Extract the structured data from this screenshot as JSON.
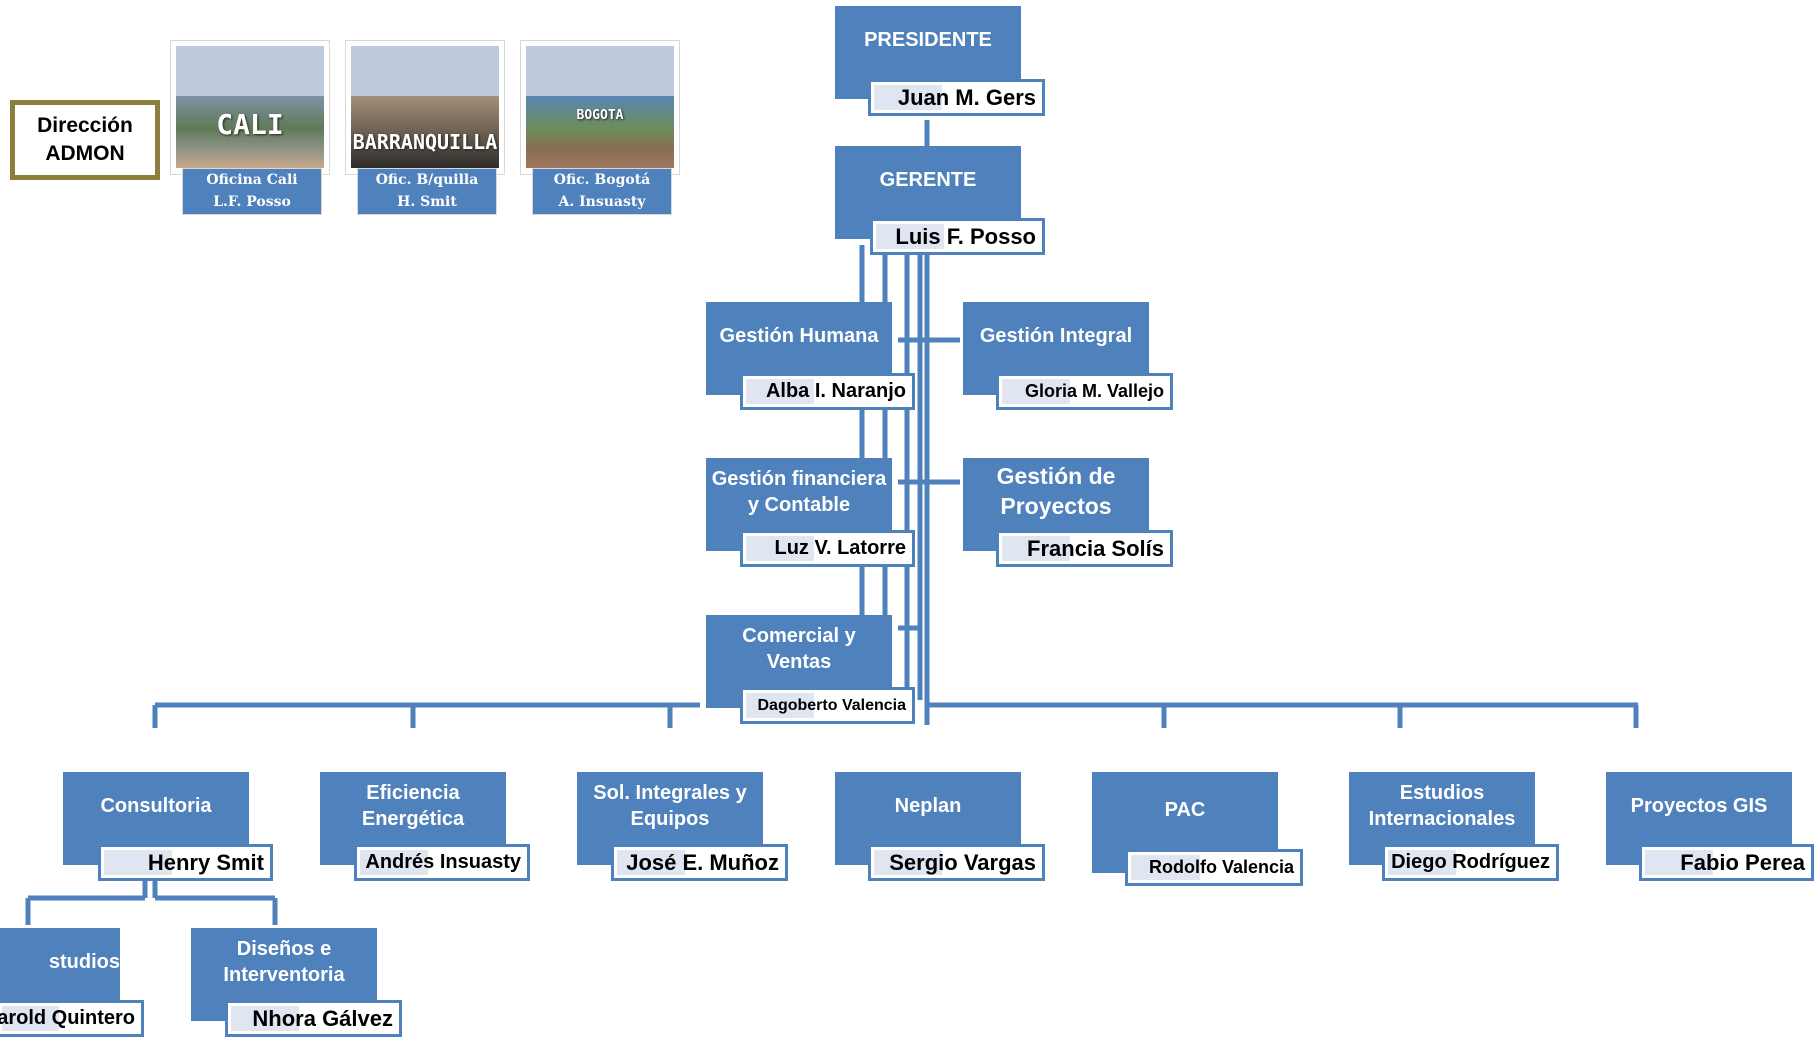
{
  "direccion": {
    "label": "Dirección\nADMON"
  },
  "offices": [
    {
      "city_word": "CALI",
      "line1": "Oficina Cali",
      "line2": "L.F. Posso"
    },
    {
      "city_word": "BARRANQUILLA",
      "line1": "Ofic. B/quilla",
      "line2": "H. Smit"
    },
    {
      "city_word": "BOGOTA",
      "line1": "Ofic. Bogotá",
      "line2": "A. Insuasty"
    }
  ],
  "nodes": {
    "presidente": {
      "title": "PRESIDENTE",
      "name": "Juan M. Gers"
    },
    "gerente": {
      "title": "GERENTE",
      "name": "Luis F. Posso"
    },
    "gestion_humana": {
      "title": "Gestión Humana",
      "name": "Alba I. Naranjo"
    },
    "gestion_integral": {
      "title": "Gestión Integral",
      "name": "Gloria M. Vallejo"
    },
    "gestion_financiera": {
      "title": "Gestión financiera\ny Contable",
      "name": "Luz V. Latorre"
    },
    "gestion_proyectos": {
      "title": "Gestión de\nProyectos",
      "name": "Francia Solís"
    },
    "comercial": {
      "title": "Comercial y\nVentas",
      "name": "Dagoberto Valencia"
    },
    "consultoria": {
      "title": "Consultoria",
      "name": "Henry Smit"
    },
    "eficiencia": {
      "title": "Eficiencia\nEnergética",
      "name": "Andrés Insuasty"
    },
    "sol_integrales": {
      "title": "Sol. Integrales y\nEquipos",
      "name": "José E. Muñoz"
    },
    "neplan": {
      "title": "Neplan",
      "name": "Sergio Vargas"
    },
    "pac": {
      "title": "PAC",
      "name": "Rodolfo Valencia"
    },
    "estudios_int": {
      "title": "Estudios\nInternacionales",
      "name": "Diego Rodríguez"
    },
    "proyectos_gis": {
      "title": "Proyectos GIS",
      "name": "Fabio Perea"
    },
    "estudios": {
      "title": "studios",
      "name": "arold Quintero"
    },
    "disenos": {
      "title": "Diseños e\nInterventoria",
      "name": "Nhora Gálvez"
    }
  },
  "colors": {
    "box": "#4f81bd",
    "line": "#4f81bd",
    "direccion_border": "#8c7e3f"
  }
}
